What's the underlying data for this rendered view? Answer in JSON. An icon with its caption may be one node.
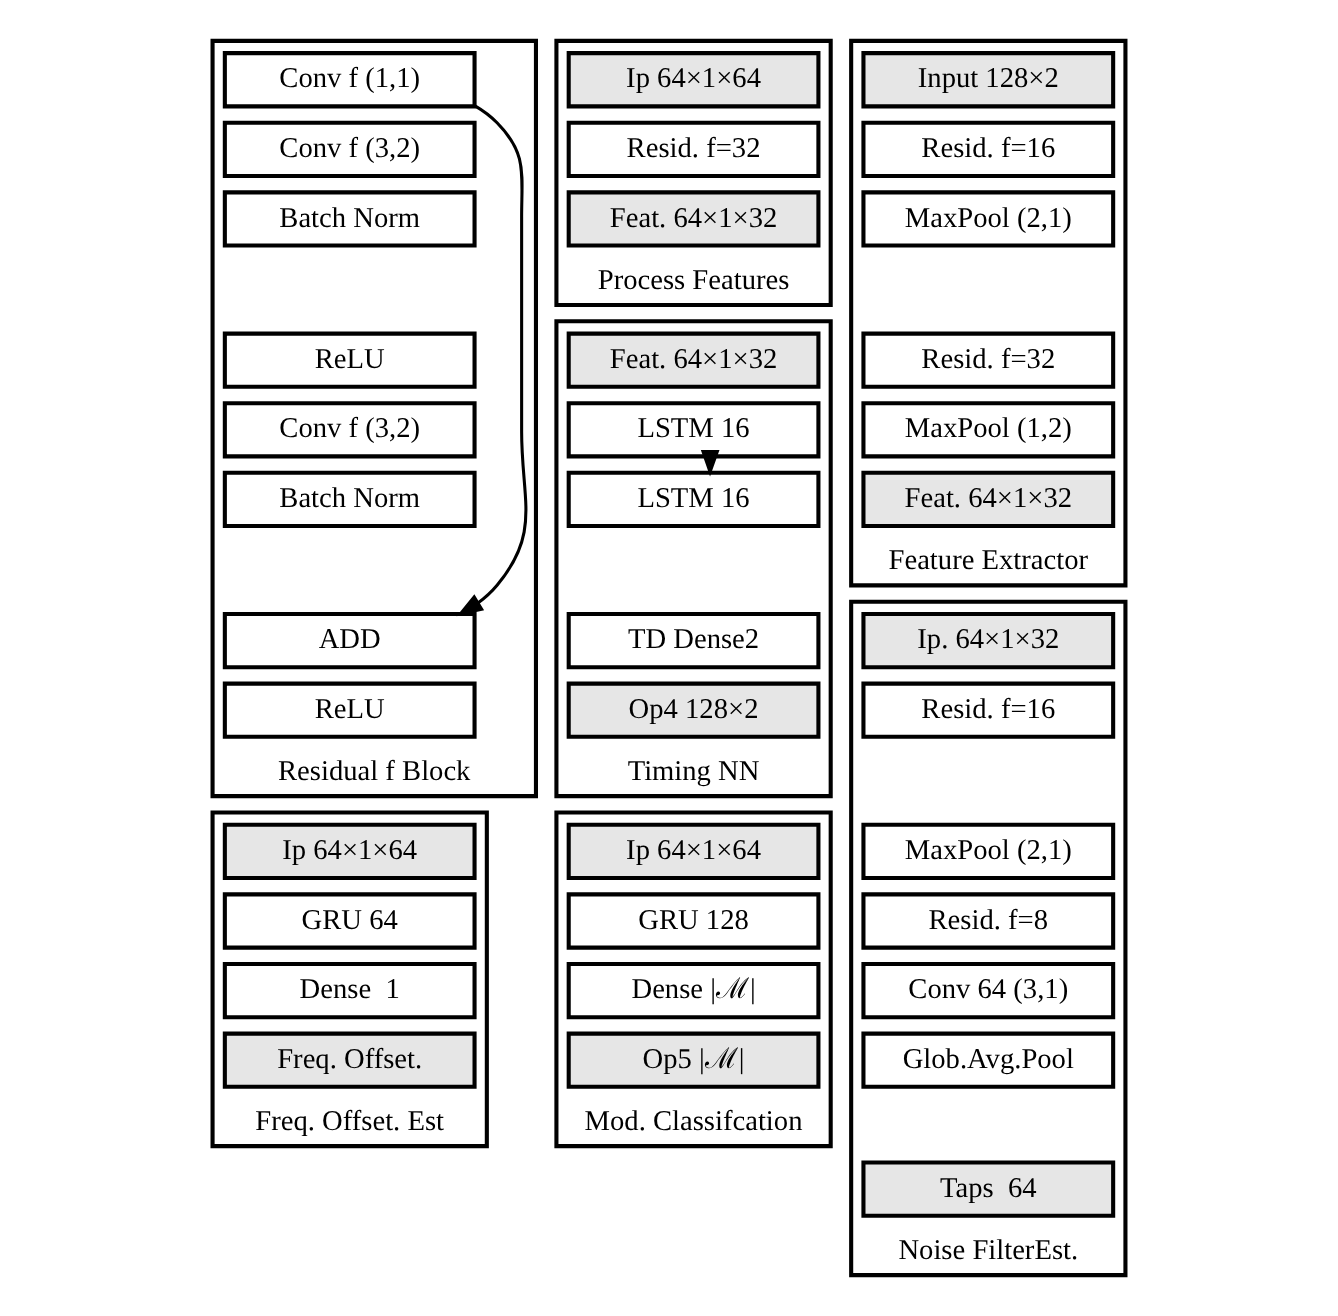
{
  "diagram": {
    "nodes": [
      {
        "text": [
          "Residual f Block"
        ]
      },
      {
        "text": [
          "Conv f (1,1)"
        ],
        "in": 0
      },
      {
        "text": [
          "Conv f (3,2)"
        ],
        "in": 0
      },
      {
        "text": [
          "Batch Norm"
        ],
        "in": 0
      },
      {
        "text": [
          "ReLU"
        ],
        "in": 0
      },
      {
        "text": [
          "Conv f (3,2)"
        ],
        "in": 0
      },
      {
        "text": [
          "Batch Norm"
        ],
        "in": 0
      },
      {
        "text": [
          "ADD"
        ],
        "in": 0
      },
      {
        "text": [
          "ReLU"
        ],
        "in": 0
      },
      {
        "text": [
          "Freq. Offset. Est"
        ]
      },
      {
        "text": [
          "Ip 64×1×64"
        ],
        "in": 9
      },
      {
        "text": [
          "GRU 64"
        ],
        "in": 9
      },
      {
        "text": [
          "Dense  1"
        ],
        "in": 9
      },
      {
        "text": [
          "Freq. Offset."
        ],
        "in": 9
      },
      {
        "text": [
          "Process Features"
        ]
      },
      {
        "text": [
          "Ip 64×1×64"
        ],
        "in": 14
      },
      {
        "text": [
          "Resid. f=32"
        ],
        "in": 14
      },
      {
        "text": [
          "Feat. 64×1×32"
        ],
        "in": 14
      },
      {
        "text": [
          "Timing NN"
        ]
      },
      {
        "text": [
          "Feat. 64×1×32"
        ],
        "in": 18
      },
      {
        "text": [
          "LSTM 16"
        ],
        "in": 18
      },
      {
        "text": [
          "LSTM 16"
        ],
        "in": 18
      },
      {
        "text": [
          "TD Dense2"
        ],
        "in": 18
      },
      {
        "text": [
          "Op4 128×2"
        ],
        "in": 18
      },
      {
        "text": [
          "Mod. Classifcation"
        ]
      },
      {
        "text": [
          "Ip 64×1×64"
        ],
        "in": 24
      },
      {
        "text": [
          "GRU 128"
        ],
        "in": 24
      },
      {
        "text": [
          "Dense |ℳ|"
        ],
        "in": 24
      },
      {
        "text": [
          "Op5 |ℳ|"
        ],
        "in": 24
      },
      {
        "text": [
          "Feature Extractor"
        ]
      },
      {
        "text": [
          "Input 128×2"
        ],
        "in": 29
      },
      {
        "text": [
          "Resid. f=16"
        ],
        "in": 29
      },
      {
        "text": [
          "MaxPool (2,1)"
        ],
        "in": 29
      },
      {
        "text": [
          "Resid. f=32"
        ],
        "in": 29
      },
      {
        "text": [
          "MaxPool (1,2)"
        ],
        "in": 29
      },
      {
        "text": [
          "Feat. 64×1×32"
        ],
        "in": 29
      },
      {
        "text": [
          "Noise FilterEst."
        ]
      },
      {
        "text": [
          "Ip. 64×1×32"
        ],
        "in": 36
      },
      {
        "text": [
          "Resid. f=16"
        ],
        "in": 36
      },
      {
        "text": [
          "MaxPool (2,1)"
        ],
        "in": 36
      },
      {
        "text": [
          "Resid. f=8"
        ],
        "in": 36
      },
      {
        "text": [
          "Conv 64 (3,1)"
        ],
        "in": 36
      },
      {
        "text": [
          "Glob.Avg.Pool"
        ],
        "in": 36
      },
      {
        "text": [
          "Taps  64"
        ],
        "in": 36
      }
    ],
    "edges": [
      {
        "from": 1,
        "to": 7,
        "arrow": "to"
      },
      {
        "from": 20,
        "to": 21,
        "arrow": "to"
      }
    ]
  }
}
